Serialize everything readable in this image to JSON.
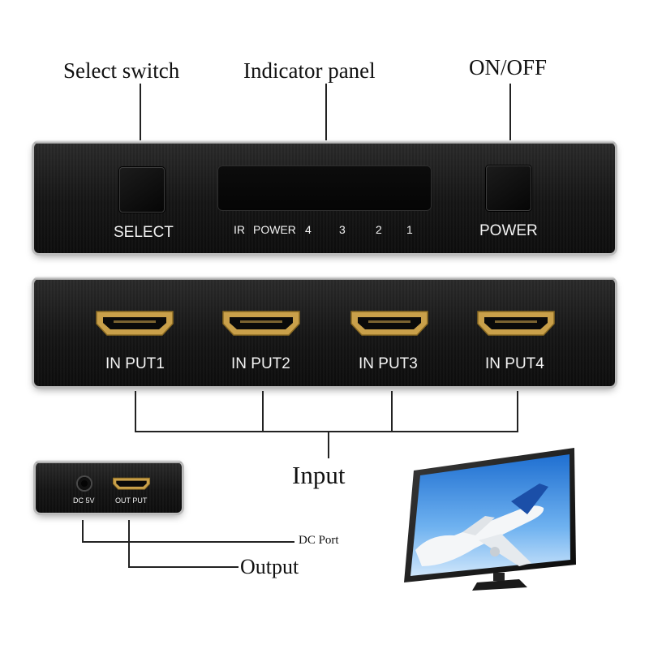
{
  "callouts": {
    "select_switch": "Select switch",
    "indicator_panel": "Indicator panel",
    "on_off": "ON/OFF",
    "input": "Input",
    "dc_port": "DC Port",
    "output": "Output"
  },
  "front_panel": {
    "select_label": "SELECT",
    "power_label": "POWER",
    "indicators": [
      "IR",
      "POWER",
      "4",
      "3",
      "2",
      "1"
    ]
  },
  "back_panel": {
    "ports": [
      "IN PUT1",
      "IN PUT2",
      "IN PUT3",
      "IN PUT4"
    ]
  },
  "side_panel": {
    "dc_label": "DC 5V",
    "output_label": "OUT PUT"
  },
  "colors": {
    "device_body": "#151515",
    "hdmi_gold": "#c9a04a",
    "label_text": "#f2f2f2"
  }
}
